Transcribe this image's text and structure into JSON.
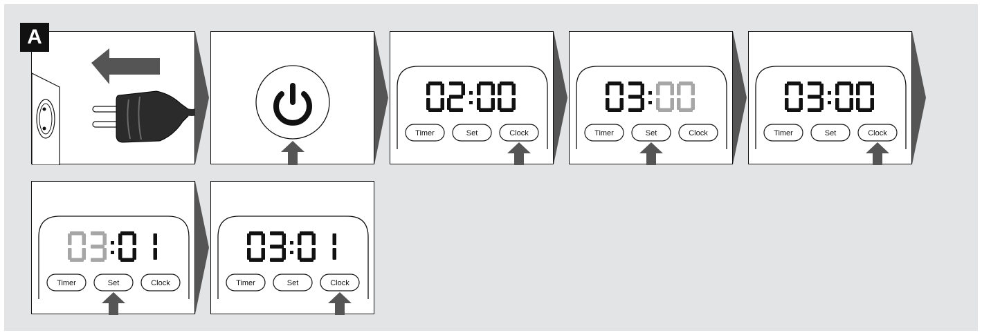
{
  "figure_label": "A",
  "buttons": [
    "Timer",
    "Set",
    "Clock"
  ],
  "steps": [
    {
      "type": "plug"
    },
    {
      "type": "power"
    },
    {
      "type": "display",
      "hours": "02",
      "minutes": "00",
      "dim": "none",
      "pressed": "Clock"
    },
    {
      "type": "display",
      "hours": "03",
      "minutes": "00",
      "dim": "minutes",
      "pressed": "Set"
    },
    {
      "type": "display",
      "hours": "03",
      "minutes": "00",
      "dim": "none",
      "pressed": "Clock"
    },
    {
      "type": "display",
      "hours": "03",
      "minutes": "01",
      "dim": "hours",
      "pressed": "Set"
    },
    {
      "type": "display",
      "hours": "03",
      "minutes": "01",
      "dim": "none",
      "pressed": "Clock"
    }
  ],
  "colors": {
    "background": "#e3e4e6",
    "ink": "#111111",
    "arrow": "#555555",
    "dim_digit": "#a6a6a6"
  }
}
